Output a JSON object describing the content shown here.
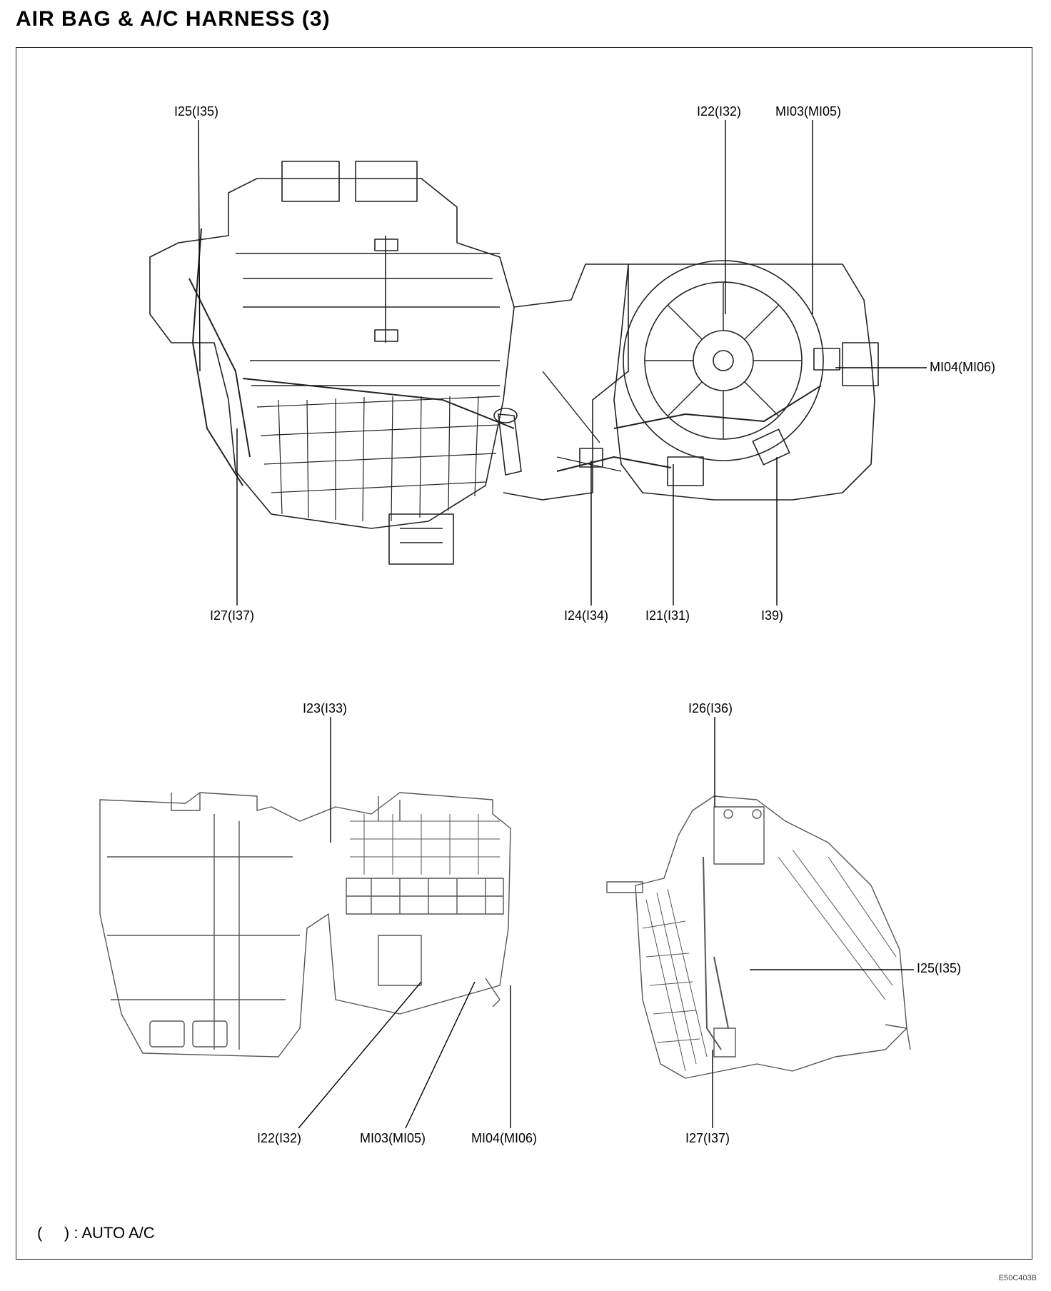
{
  "title": "AIR BAG & A/C HARNESS (3)",
  "legend": "(     ) : AUTO A/C",
  "figure_code": "E50C403B",
  "callouts": {
    "top_i25": "I25(I35)",
    "top_i22": "I22(I32)",
    "top_mi03": "MI03(MI05)",
    "top_mi04": "MI04(MI06)",
    "top_i27": "I27(I37)",
    "top_i24": "I24(I34)",
    "top_i21": "I21(I31)",
    "top_i39": "I39)",
    "bl_i23": "I23(I33)",
    "bl_i22": "I22(I32)",
    "bl_mi03": "MI03(MI05)",
    "bl_mi04": "MI04(MI06)",
    "br_i26": "I26(I36)",
    "br_i25": "I25(I35)",
    "br_i27": "I27(I37)"
  }
}
